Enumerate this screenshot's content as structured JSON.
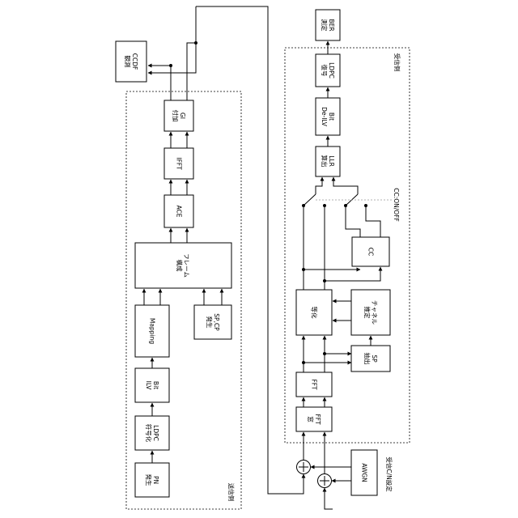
{
  "blocks": {
    "ber": "BER\n測定",
    "ldpc_dec": "LDPC\n復号",
    "bit_deilv": "Bit\nDe-ILV",
    "llr": "LLR\n算出",
    "cc": "CC",
    "equalize": "等化",
    "channel_est": "チャネル\n推定",
    "sp_extract": "SP\n抽出",
    "fft": "FFT",
    "fft_window": "FFT\n窓",
    "awgn": "AWGN",
    "ccdf": "CCDF\n観測",
    "gi": "GI\n付加",
    "ifft": "IFFT",
    "ace": "ACE",
    "frame": "フレーム\n構成",
    "mapping": "Mapping",
    "sp_cp": "SP,CP\n発生",
    "bit_ilv": "Bit\nILV",
    "ldpc_enc": "LDPC\n符号化",
    "pn": "PN\n発生"
  },
  "labels": {
    "receiver": "受信側",
    "transmitter": "送信側",
    "cc_switch": "CC:ON/OFF",
    "cn_setting": "受信C/N設定"
  }
}
